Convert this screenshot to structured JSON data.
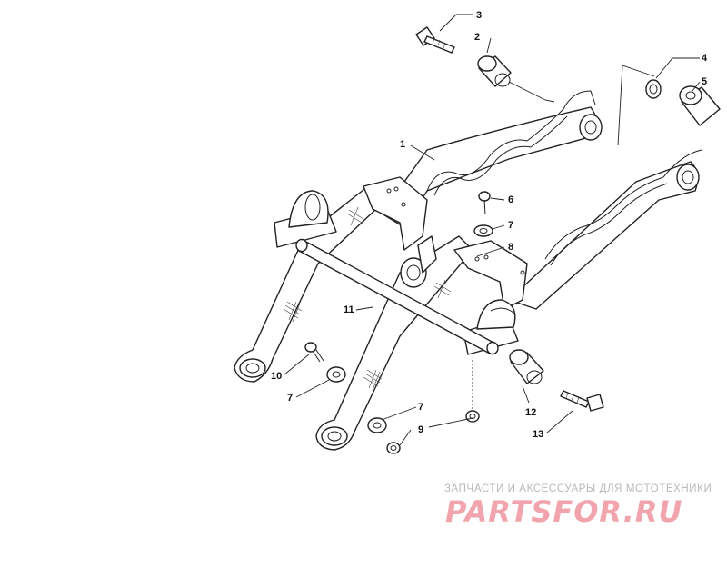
{
  "diagram": {
    "callouts": [
      "1",
      "2",
      "3",
      "4",
      "5",
      "6",
      "7",
      "7",
      "7",
      "8",
      "9",
      "10",
      "11",
      "12",
      "13"
    ]
  },
  "watermark": {
    "tagline": "ЗАПЧАСТИ И АКСЕССУАРЫ ДЛЯ МОТОТЕХНИКИ",
    "logo": "PARTSFOR.RU",
    "color": "#f2a4ad"
  }
}
